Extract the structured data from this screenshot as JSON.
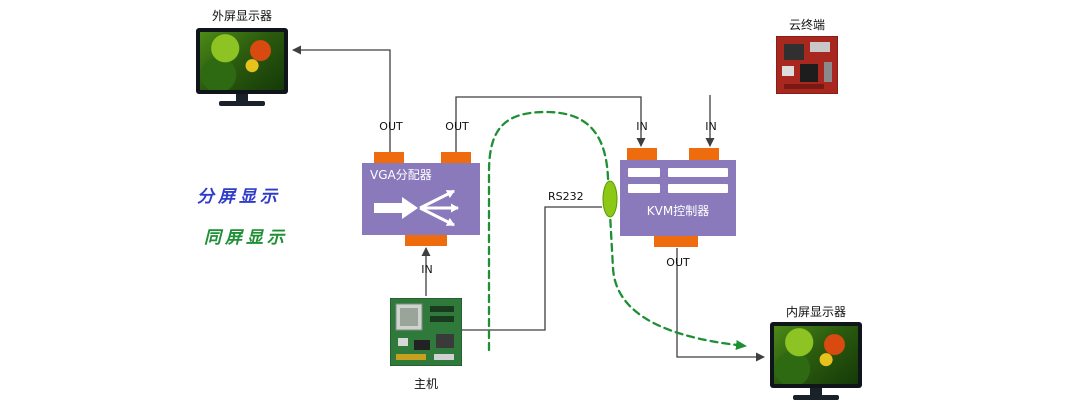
{
  "diagram": {
    "legend": {
      "split_screen": "分屏显示",
      "same_screen": "同屏显示"
    },
    "nodes": {
      "external_monitor": {
        "label": "外屏显示器"
      },
      "cloud_terminal": {
        "label": "云终端"
      },
      "vga_splitter": {
        "label": "VGA分配器"
      },
      "kvm_controller": {
        "label": "KVM控制器"
      },
      "host": {
        "label": "主机"
      },
      "internal_monitor": {
        "label": "内屏显示器"
      }
    },
    "ports": {
      "vga_out_left": "OUT",
      "vga_out_right": "OUT",
      "kvm_in_left": "IN",
      "kvm_in_right": "IN",
      "vga_in": "IN",
      "kvm_out": "OUT"
    },
    "link_label": "RS232",
    "colors": {
      "box_purple": "#8a7abc",
      "port_orange": "#ee6b0e",
      "split_screen_blue": "#2f3cc9",
      "same_screen_green": "#1f8f35",
      "connector_green": "#8cc916",
      "line_dark": "#3f3f3f"
    }
  }
}
